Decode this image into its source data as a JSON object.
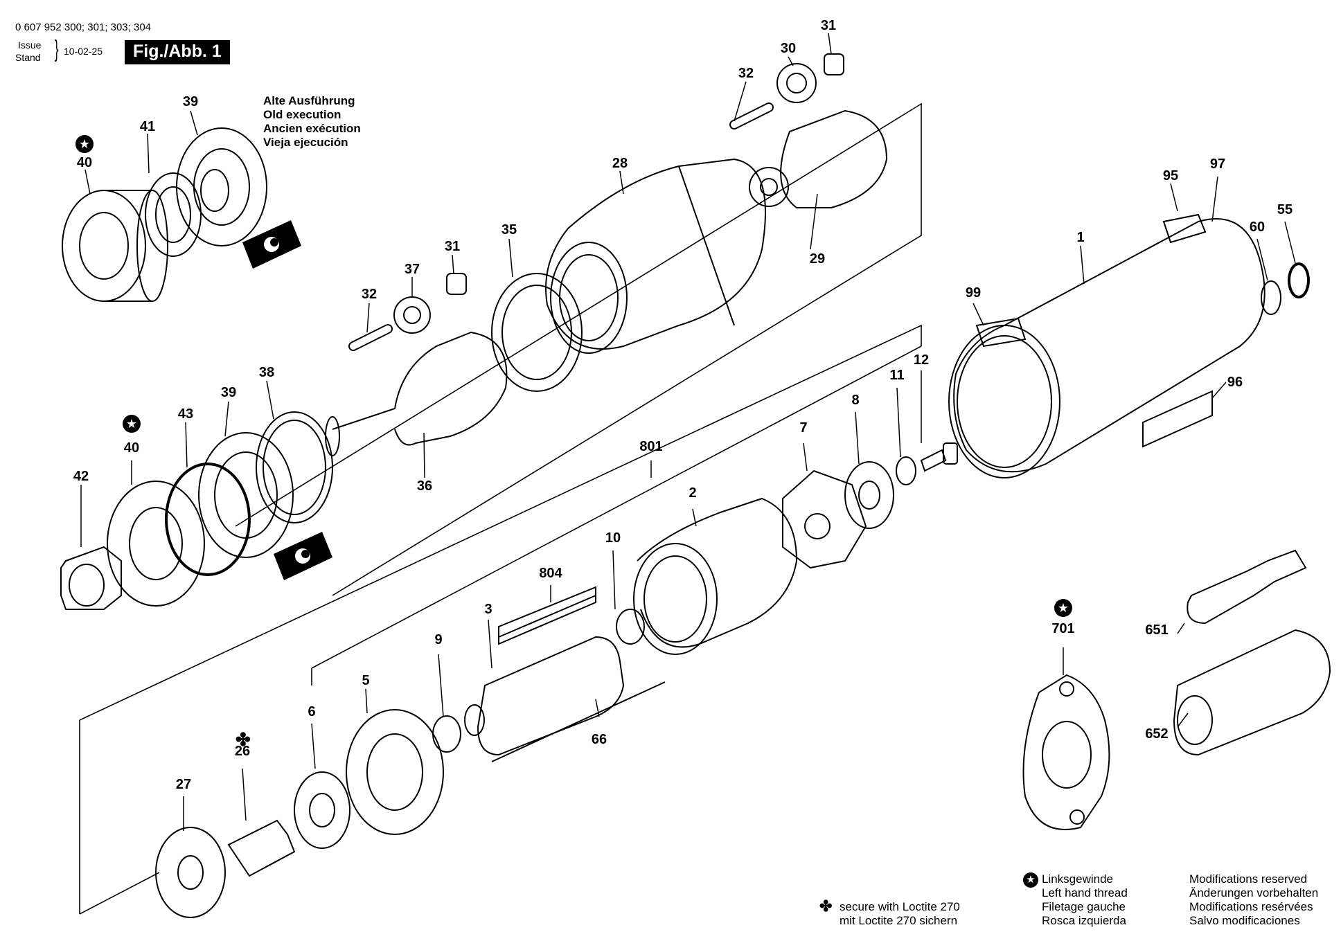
{
  "header": {
    "part_numbers": "0 607 952 300; 301; 303; 304",
    "issue_label": "Issue",
    "stand_label": "Stand",
    "date": "10-02-25",
    "figure_label": "Fig./Abb. 1"
  },
  "old_execution_note": [
    "Alte Ausführung",
    "Old execution",
    "Ancien exécution",
    "Vieja ejecución"
  ],
  "callouts": {
    "n40a": "40",
    "n41": "41",
    "n39a": "39",
    "n32a": "32",
    "n30": "30",
    "n31a": "31",
    "n28": "28",
    "n29": "29",
    "n35": "35",
    "n31b": "31",
    "n37": "37",
    "n32b": "32",
    "n36": "36",
    "n38": "38",
    "n39b": "39",
    "n43": "43",
    "n40b": "40",
    "n42": "42",
    "n1": "1",
    "n95": "95",
    "n97": "97",
    "n60": "60",
    "n55": "55",
    "n99": "99",
    "n96": "96",
    "n12": "12",
    "n11": "11",
    "n8": "8",
    "n7": "7",
    "n801": "801",
    "n2": "2",
    "n10": "10",
    "n804": "804",
    "n3": "3",
    "n9": "9",
    "n5": "5",
    "n6": "6",
    "n66": "66",
    "n26": "26",
    "n27": "27",
    "n701": "701",
    "n651": "651",
    "n652": "652"
  },
  "legend": {
    "left_hand_thread": [
      "Linksgewinde",
      "Left hand thread",
      "Filetage gauche",
      "Rosca izquierda"
    ],
    "loctite": [
      "secure with Loctite 270",
      "mit Loctite 270 sichern"
    ],
    "modifications": [
      "Modifications reserved",
      "Änderungen vorbehalten",
      "Modifications resérvées",
      "Salvo modificaciones"
    ]
  },
  "icons": {
    "left_thread_symbol": "star-circle-icon",
    "loctite_symbol": "clover-icon",
    "grease_symbol": "grease-badge-icon"
  }
}
